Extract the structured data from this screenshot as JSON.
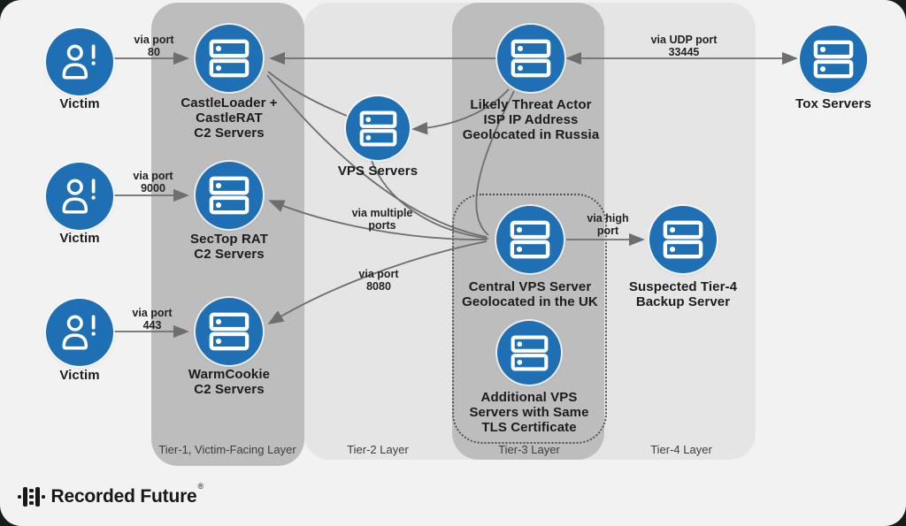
{
  "brand": {
    "name": "Recorded Future",
    "registered": "®"
  },
  "colors": {
    "node_blue": "#1e6fb4",
    "band_dark": "#bdbdbd",
    "band_light": "#e5e5e5",
    "page_bg": "#f2f2f2",
    "arrow_gray": "#6e6e6e"
  },
  "layers": {
    "tier1": "Tier-1, Victim-Facing Layer",
    "tier2": "Tier-2 Layer",
    "tier3": "Tier-3 Layer",
    "tier4": "Tier-4 Layer"
  },
  "nodes": {
    "victim1": "Victim",
    "victim2": "Victim",
    "victim3": "Victim",
    "castleloader": "CastleLoader +\nCastleRAT\nC2 Servers",
    "sectop": "SecTop RAT\nC2 Servers",
    "warmcookie": "WarmCookie\nC2 Servers",
    "vps": "VPS Servers",
    "threat_actor": "Likely Threat Actor\nISP IP Address\nGeolocated in Russia",
    "central_vps": "Central VPS Server\nGeolocated in the UK",
    "additional_vps": "Additional VPS\nServers with Same\nTLS Certificate",
    "backup": "Suspected Tier-4\nBackup Server",
    "tox": "Tox Servers"
  },
  "edges": {
    "port80": "via port\n80",
    "port9000": "via port\n9000",
    "port443": "via port\n443",
    "udp33445": "via UDP port\n33445",
    "multiple_ports": "via multiple\nports",
    "port8080": "via port\n8080",
    "high_port": "via high\nport"
  }
}
